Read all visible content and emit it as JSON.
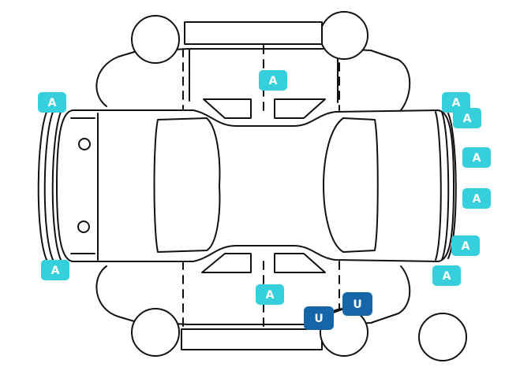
{
  "diagram": {
    "colors": {
      "line": "#111111",
      "marker_a_fill": "#35d0dc",
      "marker_a_text": "#ffffff",
      "marker_u_fill": "#1565a8",
      "marker_u_text": "#ffffff"
    },
    "markers": [
      {
        "label": "A",
        "kind": "A"
      },
      {
        "label": "A",
        "kind": "A"
      },
      {
        "label": "A",
        "kind": "A"
      },
      {
        "label": "A",
        "kind": "A"
      },
      {
        "label": "A",
        "kind": "A"
      },
      {
        "label": "A",
        "kind": "A"
      },
      {
        "label": "A",
        "kind": "A"
      },
      {
        "label": "A",
        "kind": "A"
      },
      {
        "label": "A",
        "kind": "A"
      },
      {
        "label": "A",
        "kind": "A"
      },
      {
        "label": "A",
        "kind": "A"
      },
      {
        "label": "U",
        "kind": "U"
      },
      {
        "label": "U",
        "kind": "U"
      }
    ]
  }
}
